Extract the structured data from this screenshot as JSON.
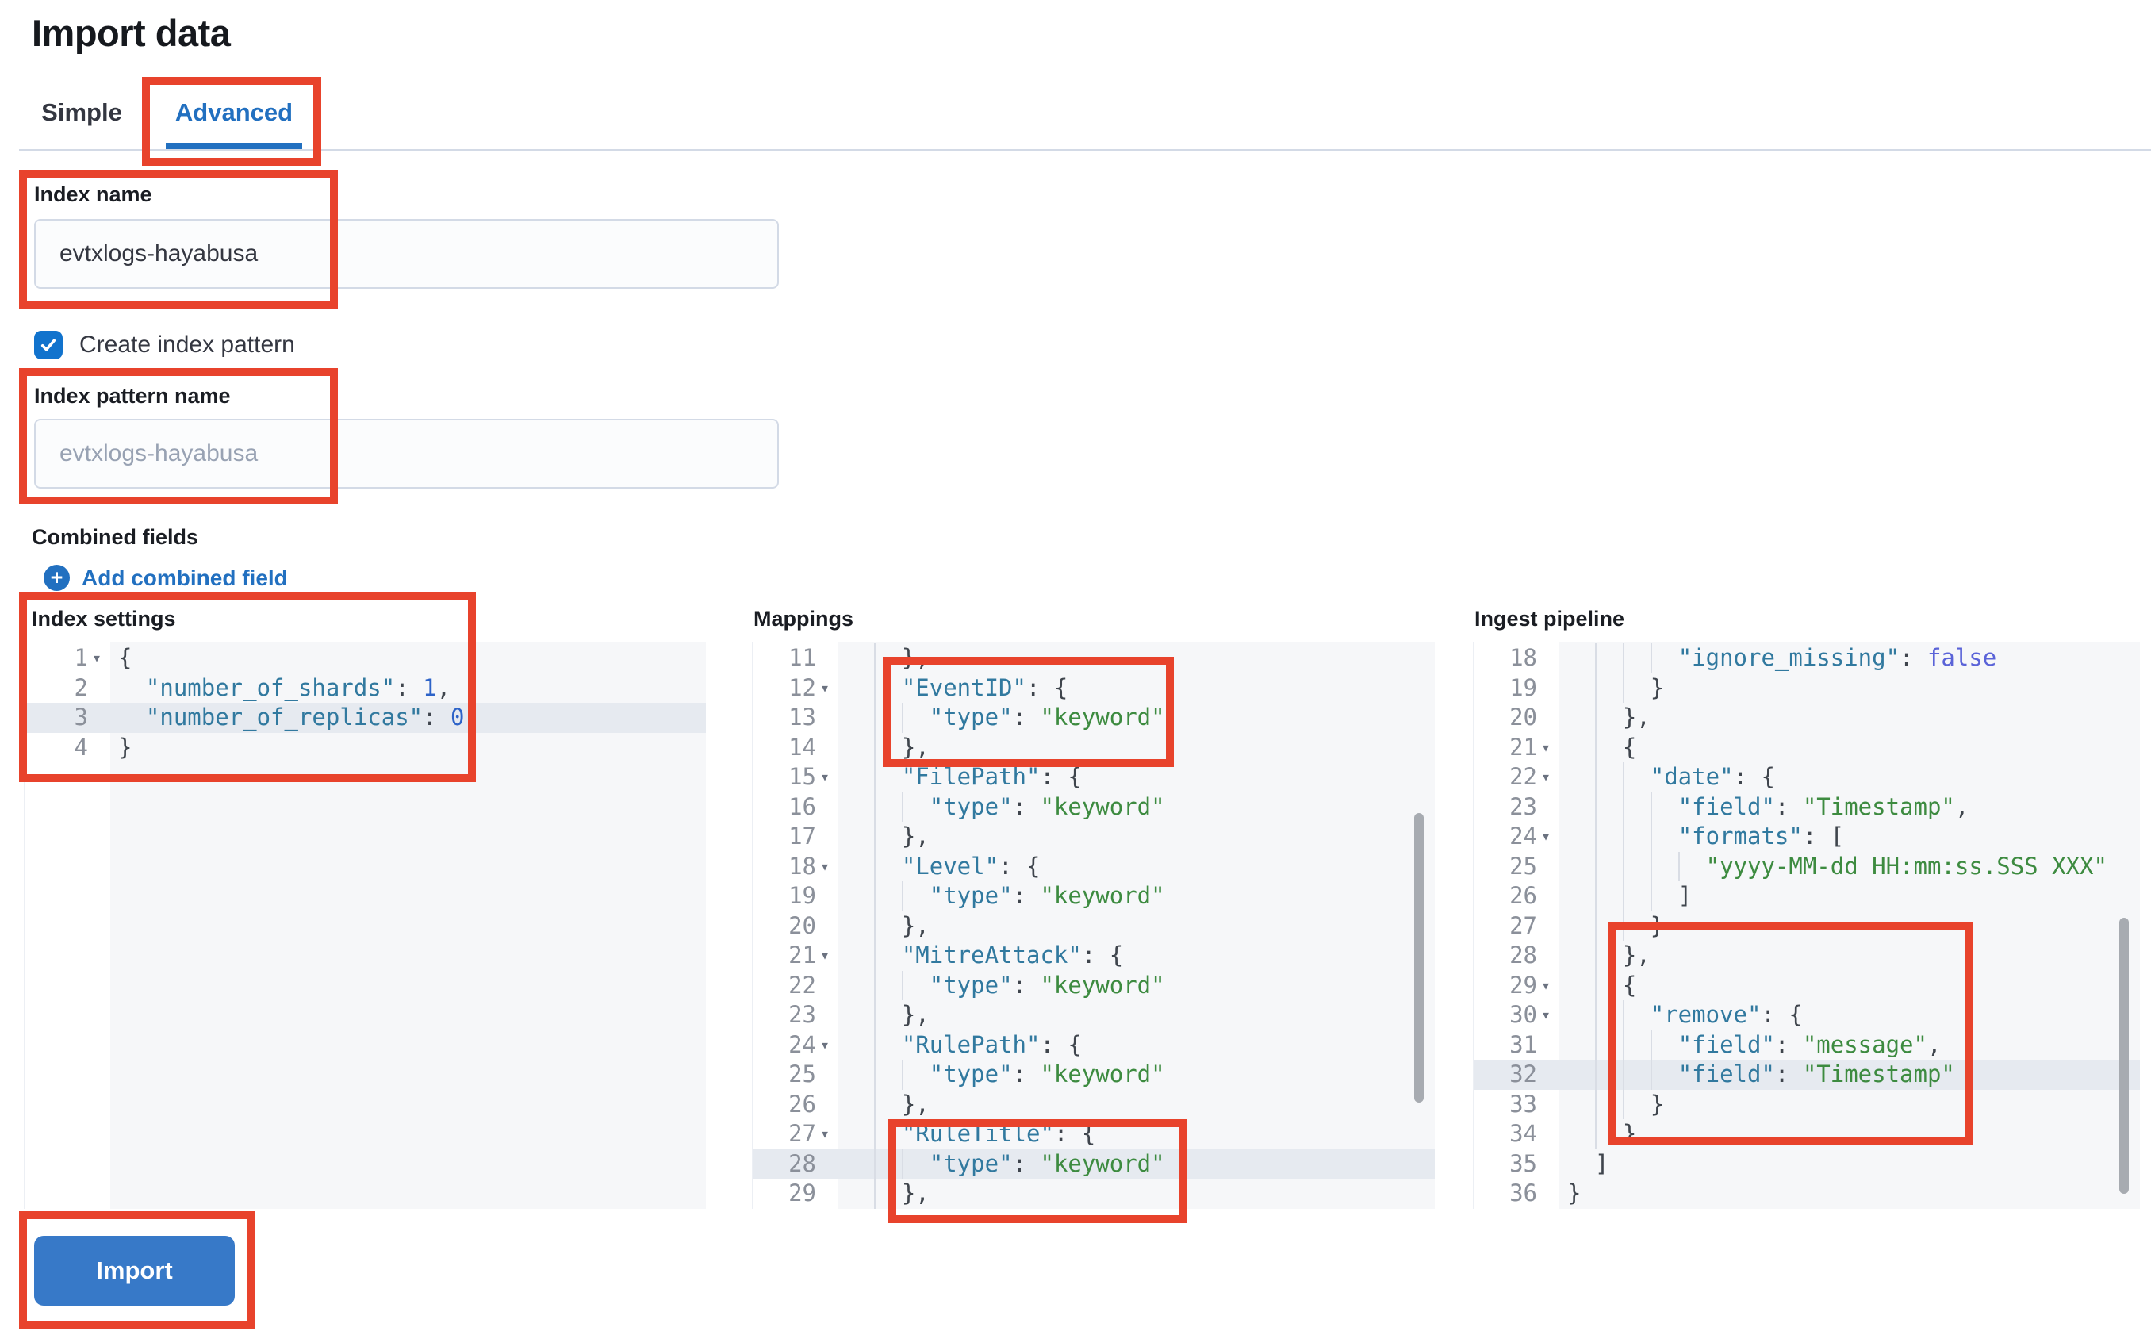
{
  "page": {
    "title": "Import data"
  },
  "tabs": [
    {
      "label": "Simple",
      "active": false
    },
    {
      "label": "Advanced",
      "active": true
    }
  ],
  "form": {
    "index_name_label": "Index name",
    "index_name_value": "evtxlogs-hayabusa",
    "create_index_pattern_label": "Create index pattern",
    "create_index_pattern_checked": true,
    "index_pattern_label": "Index pattern name",
    "index_pattern_placeholder": "evtxlogs-hayabusa",
    "combined_fields_label": "Combined fields",
    "add_combined_field_label": "Add combined field"
  },
  "icons": {
    "plus-icon": "+",
    "check-icon": "check",
    "fold-arrow-icon": "▾"
  },
  "editors": {
    "index_settings": {
      "label": "Index settings",
      "lines": [
        {
          "n": "1",
          "fold": true,
          "g": 0,
          "hl": false,
          "t": [
            [
              "p",
              "{"
            ]
          ]
        },
        {
          "n": "2",
          "fold": false,
          "g": 0,
          "hl": false,
          "t": [
            [
              "p",
              "  "
            ],
            [
              "k",
              "\"number_of_shards\""
            ],
            [
              "p",
              ": "
            ],
            [
              "n",
              "1"
            ],
            [
              "p",
              ","
            ]
          ]
        },
        {
          "n": "3",
          "fold": false,
          "g": 0,
          "hl": true,
          "t": [
            [
              "p",
              "  "
            ],
            [
              "k",
              "\"number_of_replicas\""
            ],
            [
              "p",
              ": "
            ],
            [
              "n",
              "0"
            ]
          ]
        },
        {
          "n": "4",
          "fold": false,
          "g": 0,
          "hl": false,
          "t": [
            [
              "p",
              "}"
            ]
          ]
        }
      ]
    },
    "mappings": {
      "label": "Mappings",
      "lines": [
        {
          "n": "11",
          "fold": false,
          "g": 1,
          "hl": false,
          "t": [
            [
              "p",
              "    },"
            ]
          ]
        },
        {
          "n": "12",
          "fold": true,
          "g": 1,
          "hl": false,
          "t": [
            [
              "p",
              "    "
            ],
            [
              "k",
              "\"EventID\""
            ],
            [
              "p",
              ": {"
            ]
          ]
        },
        {
          "n": "13",
          "fold": false,
          "g": 2,
          "hl": false,
          "t": [
            [
              "p",
              "      "
            ],
            [
              "k",
              "\"type\""
            ],
            [
              "p",
              ": "
            ],
            [
              "s",
              "\"keyword\""
            ]
          ]
        },
        {
          "n": "14",
          "fold": false,
          "g": 1,
          "hl": false,
          "t": [
            [
              "p",
              "    },"
            ]
          ]
        },
        {
          "n": "15",
          "fold": true,
          "g": 1,
          "hl": false,
          "t": [
            [
              "p",
              "    "
            ],
            [
              "k",
              "\"FilePath\""
            ],
            [
              "p",
              ": {"
            ]
          ]
        },
        {
          "n": "16",
          "fold": false,
          "g": 2,
          "hl": false,
          "t": [
            [
              "p",
              "      "
            ],
            [
              "k",
              "\"type\""
            ],
            [
              "p",
              ": "
            ],
            [
              "s",
              "\"keyword\""
            ]
          ]
        },
        {
          "n": "17",
          "fold": false,
          "g": 1,
          "hl": false,
          "t": [
            [
              "p",
              "    },"
            ]
          ]
        },
        {
          "n": "18",
          "fold": true,
          "g": 1,
          "hl": false,
          "t": [
            [
              "p",
              "    "
            ],
            [
              "k",
              "\"Level\""
            ],
            [
              "p",
              ": {"
            ]
          ]
        },
        {
          "n": "19",
          "fold": false,
          "g": 2,
          "hl": false,
          "t": [
            [
              "p",
              "      "
            ],
            [
              "k",
              "\"type\""
            ],
            [
              "p",
              ": "
            ],
            [
              "s",
              "\"keyword\""
            ]
          ]
        },
        {
          "n": "20",
          "fold": false,
          "g": 1,
          "hl": false,
          "t": [
            [
              "p",
              "    },"
            ]
          ]
        },
        {
          "n": "21",
          "fold": true,
          "g": 1,
          "hl": false,
          "t": [
            [
              "p",
              "    "
            ],
            [
              "k",
              "\"MitreAttack\""
            ],
            [
              "p",
              ": {"
            ]
          ]
        },
        {
          "n": "22",
          "fold": false,
          "g": 2,
          "hl": false,
          "t": [
            [
              "p",
              "      "
            ],
            [
              "k",
              "\"type\""
            ],
            [
              "p",
              ": "
            ],
            [
              "s",
              "\"keyword\""
            ]
          ]
        },
        {
          "n": "23",
          "fold": false,
          "g": 1,
          "hl": false,
          "t": [
            [
              "p",
              "    },"
            ]
          ]
        },
        {
          "n": "24",
          "fold": true,
          "g": 1,
          "hl": false,
          "t": [
            [
              "p",
              "    "
            ],
            [
              "k",
              "\"RulePath\""
            ],
            [
              "p",
              ": {"
            ]
          ]
        },
        {
          "n": "25",
          "fold": false,
          "g": 2,
          "hl": false,
          "t": [
            [
              "p",
              "      "
            ],
            [
              "k",
              "\"type\""
            ],
            [
              "p",
              ": "
            ],
            [
              "s",
              "\"keyword\""
            ]
          ]
        },
        {
          "n": "26",
          "fold": false,
          "g": 1,
          "hl": false,
          "t": [
            [
              "p",
              "    },"
            ]
          ]
        },
        {
          "n": "27",
          "fold": true,
          "g": 1,
          "hl": false,
          "t": [
            [
              "p",
              "    "
            ],
            [
              "k",
              "\"RuleTitle\""
            ],
            [
              "p",
              ": {"
            ]
          ]
        },
        {
          "n": "28",
          "fold": false,
          "g": 2,
          "hl": true,
          "t": [
            [
              "p",
              "      "
            ],
            [
              "k",
              "\"type\""
            ],
            [
              "p",
              ": "
            ],
            [
              "s",
              "\"keyword\""
            ]
          ]
        },
        {
          "n": "29",
          "fold": false,
          "g": 1,
          "hl": false,
          "t": [
            [
              "p",
              "    },"
            ]
          ]
        }
      ]
    },
    "ingest_pipeline": {
      "label": "Ingest pipeline",
      "lines": [
        {
          "n": "18",
          "fold": false,
          "g": 3,
          "hl": false,
          "t": [
            [
              "p",
              "        "
            ],
            [
              "k",
              "\"ignore_missing\""
            ],
            [
              "p",
              ": "
            ],
            [
              "b",
              "false"
            ]
          ]
        },
        {
          "n": "19",
          "fold": false,
          "g": 2,
          "hl": false,
          "t": [
            [
              "p",
              "      }"
            ]
          ]
        },
        {
          "n": "20",
          "fold": false,
          "g": 1,
          "hl": false,
          "t": [
            [
              "p",
              "    },"
            ]
          ]
        },
        {
          "n": "21",
          "fold": true,
          "g": 1,
          "hl": false,
          "t": [
            [
              "p",
              "    {"
            ]
          ]
        },
        {
          "n": "22",
          "fold": true,
          "g": 2,
          "hl": false,
          "t": [
            [
              "p",
              "      "
            ],
            [
              "k",
              "\"date\""
            ],
            [
              "p",
              ": {"
            ]
          ]
        },
        {
          "n": "23",
          "fold": false,
          "g": 3,
          "hl": false,
          "t": [
            [
              "p",
              "        "
            ],
            [
              "k",
              "\"field\""
            ],
            [
              "p",
              ": "
            ],
            [
              "s",
              "\"Timestamp\""
            ],
            [
              "p",
              ","
            ]
          ]
        },
        {
          "n": "24",
          "fold": true,
          "g": 3,
          "hl": false,
          "t": [
            [
              "p",
              "        "
            ],
            [
              "k",
              "\"formats\""
            ],
            [
              "p",
              ": ["
            ]
          ]
        },
        {
          "n": "25",
          "fold": false,
          "g": 4,
          "hl": false,
          "t": [
            [
              "p",
              "          "
            ],
            [
              "s",
              "\"yyyy-MM-dd HH:mm:ss.SSS XXX\""
            ]
          ]
        },
        {
          "n": "26",
          "fold": false,
          "g": 3,
          "hl": false,
          "t": [
            [
              "p",
              "        ]"
            ]
          ]
        },
        {
          "n": "27",
          "fold": false,
          "g": 2,
          "hl": false,
          "t": [
            [
              "p",
              "      }"
            ]
          ]
        },
        {
          "n": "28",
          "fold": false,
          "g": 1,
          "hl": false,
          "t": [
            [
              "p",
              "    },"
            ]
          ]
        },
        {
          "n": "29",
          "fold": true,
          "g": 1,
          "hl": false,
          "t": [
            [
              "p",
              "    {"
            ]
          ]
        },
        {
          "n": "30",
          "fold": true,
          "g": 2,
          "hl": false,
          "t": [
            [
              "p",
              "      "
            ],
            [
              "k",
              "\"remove\""
            ],
            [
              "p",
              ": {"
            ]
          ]
        },
        {
          "n": "31",
          "fold": false,
          "g": 3,
          "hl": false,
          "t": [
            [
              "p",
              "        "
            ],
            [
              "k",
              "\"field\""
            ],
            [
              "p",
              ": "
            ],
            [
              "s",
              "\"message\""
            ],
            [
              "p",
              ","
            ]
          ]
        },
        {
          "n": "32",
          "fold": false,
          "g": 3,
          "hl": true,
          "t": [
            [
              "p",
              "        "
            ],
            [
              "k",
              "\"field\""
            ],
            [
              "p",
              ": "
            ],
            [
              "s",
              "\"Timestamp\""
            ]
          ]
        },
        {
          "n": "33",
          "fold": false,
          "g": 2,
          "hl": false,
          "t": [
            [
              "p",
              "      }"
            ]
          ]
        },
        {
          "n": "34",
          "fold": false,
          "g": 1,
          "hl": false,
          "t": [
            [
              "p",
              "    }"
            ]
          ]
        },
        {
          "n": "35",
          "fold": false,
          "g": 0,
          "hl": false,
          "t": [
            [
              "p",
              "  ]"
            ]
          ]
        },
        {
          "n": "36",
          "fold": false,
          "g": 0,
          "hl": false,
          "t": [
            [
              "p",
              "}"
            ]
          ]
        }
      ]
    }
  },
  "import_button": {
    "label": "Import"
  },
  "colors": {
    "accent": "#2270c0",
    "button": "#3779c8",
    "checkbox": "#1173cd",
    "annotation_red": "#e8432c",
    "editor_background": "#f6f7f9",
    "active_line_highlight": "#e6eaf0",
    "code_key": "#31799f",
    "code_string": "#3d8b40",
    "code_number": "#2d63c8",
    "code_boolean": "#5a63d8"
  }
}
